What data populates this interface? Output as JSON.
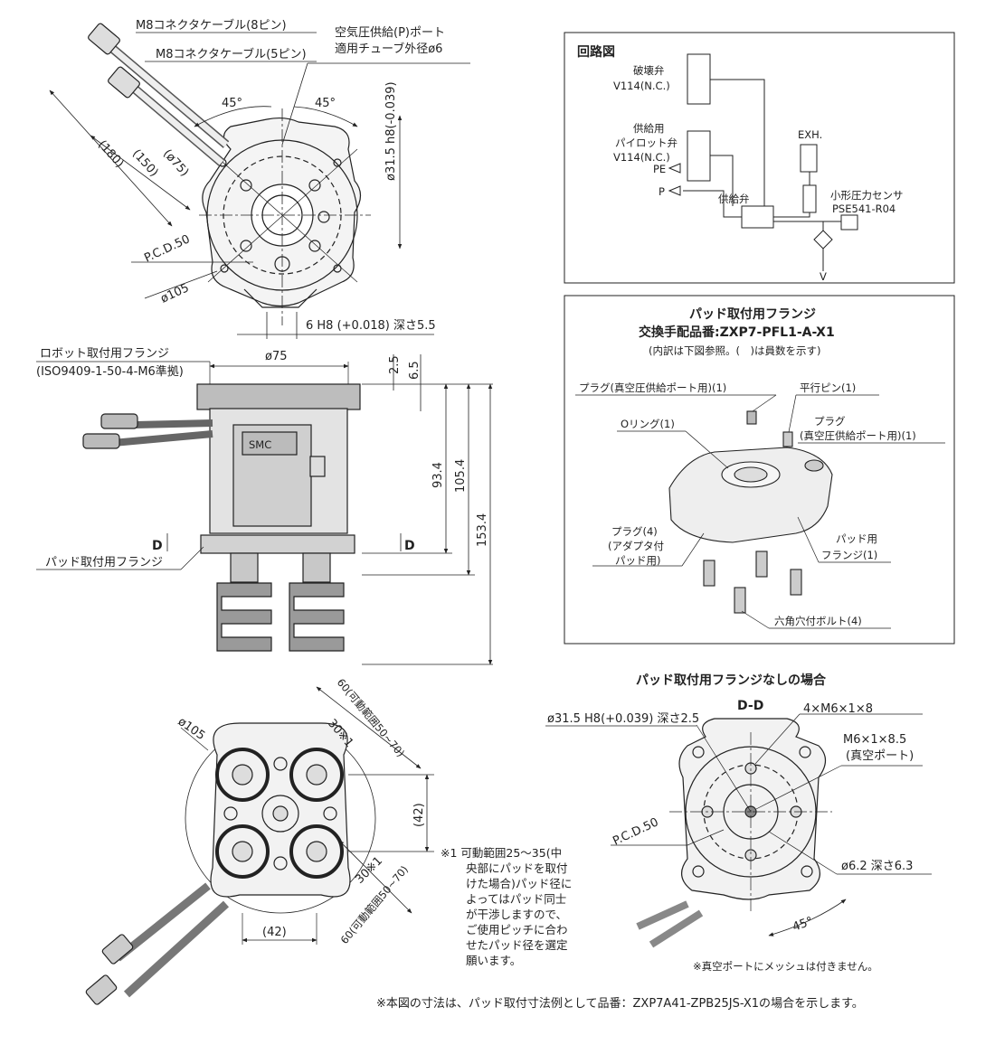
{
  "top_view": {
    "cable_8pin": "M8コネクタケーブル(8ピン)",
    "cable_5pin": "M8コネクタケーブル(5ピン)",
    "air_port_line1": "空気圧供給(P)ポート",
    "air_port_line2": "適用チューブ外径ø6",
    "dim_31_5": "ø31.5 h8(-0.039)",
    "angle_a": "45°",
    "angle_b": "45°",
    "dim_180": "(180)",
    "dim_150": "(150)",
    "dim_75": "(ø75)",
    "pcd": "P.C.D.50",
    "dim_105": "ø105",
    "slot": "6 H8 (+0.018) 深さ5.5"
  },
  "front_view": {
    "robot_flange_line1": "ロボット取付用フランジ",
    "robot_flange_line2": "(ISO9409-1-50-4-M6準拠)",
    "dim_75": "ø75",
    "dim_2_5": "2.5",
    "dim_6_5": "6.5",
    "dim_93_4": "93.4",
    "dim_105_4": "105.4",
    "dim_153_4": "153.4",
    "section_d": "D",
    "pad_flange": "パッド取付用フランジ",
    "logo": "SMC"
  },
  "bottom_view": {
    "dim_105": "ø105",
    "dim_60_top": "60(可動範囲50~70)",
    "dim_30_top": "30※1",
    "dim_42_right": "(42)",
    "dim_42_bottom": "(42)",
    "dim_30_bottom": "30※1",
    "dim_60_bottom": "60(可動範囲50~70)"
  },
  "note1": {
    "lines": [
      "※1 可動範囲25～35(中",
      "央部にパッドを取付",
      "けた場合)パッド径に",
      "よってはパッド同士",
      "が干渉しますので、",
      "ご使用ピッチに合わ",
      "せたパッド径を選定",
      "願います。"
    ]
  },
  "circuit": {
    "title": "回路図",
    "destroy_valve": "破壊弁",
    "destroy_model": "V114(N.C.)",
    "pilot_valve_1": "供給用",
    "pilot_valve_2": "パイロット弁",
    "pilot_model": "V114(N.C.)",
    "pe": "PE",
    "p": "P",
    "supply_valve": "供給弁",
    "exh": "EXH.",
    "sensor_1": "小形圧力センサ",
    "sensor_2": "PSE541-R04",
    "v": "V"
  },
  "parts": {
    "title_1": "パッド取付用フランジ",
    "title_2": "交換手配品番:ZXP7-PFL1-A-X1",
    "title_3": "(内訳は下図参照。(　)は員数を示す)",
    "plug_vac_1": "プラグ(真空圧供給ポート用)(1)",
    "dowel": "平行ピン(1)",
    "oring": "Oリング(1)",
    "plug_2a": "プラグ",
    "plug_2b": "(真空圧供給ポート用)(1)",
    "plug4_a": "プラグ(4)",
    "plug4_b": "(アダプタ付",
    "plug4_c": "パッド用)",
    "flange_a": "パッド用",
    "flange_b": "フランジ(1)",
    "bolt": "六角穴付ボルト(4)"
  },
  "section_view": {
    "heading": "パッド取付用フランジなしの場合",
    "section_label": "D-D",
    "dim_31_5": "ø31.5 H8(+0.039) 深さ2.5",
    "threads": "4×M6×1×8",
    "vac_port_1": "M6×1×8.5",
    "vac_port_2": "(真空ポート)",
    "pcd": "P.C.D.50",
    "hole": "ø6.2 深さ6.3",
    "angle": "45°",
    "mesh_note": "※真空ポートにメッシュは付きません。"
  },
  "footer": "※本図の寸法は、パッド取付寸法例として品番：ZXP7A41-ZPB25JS-X1の場合を示します。"
}
